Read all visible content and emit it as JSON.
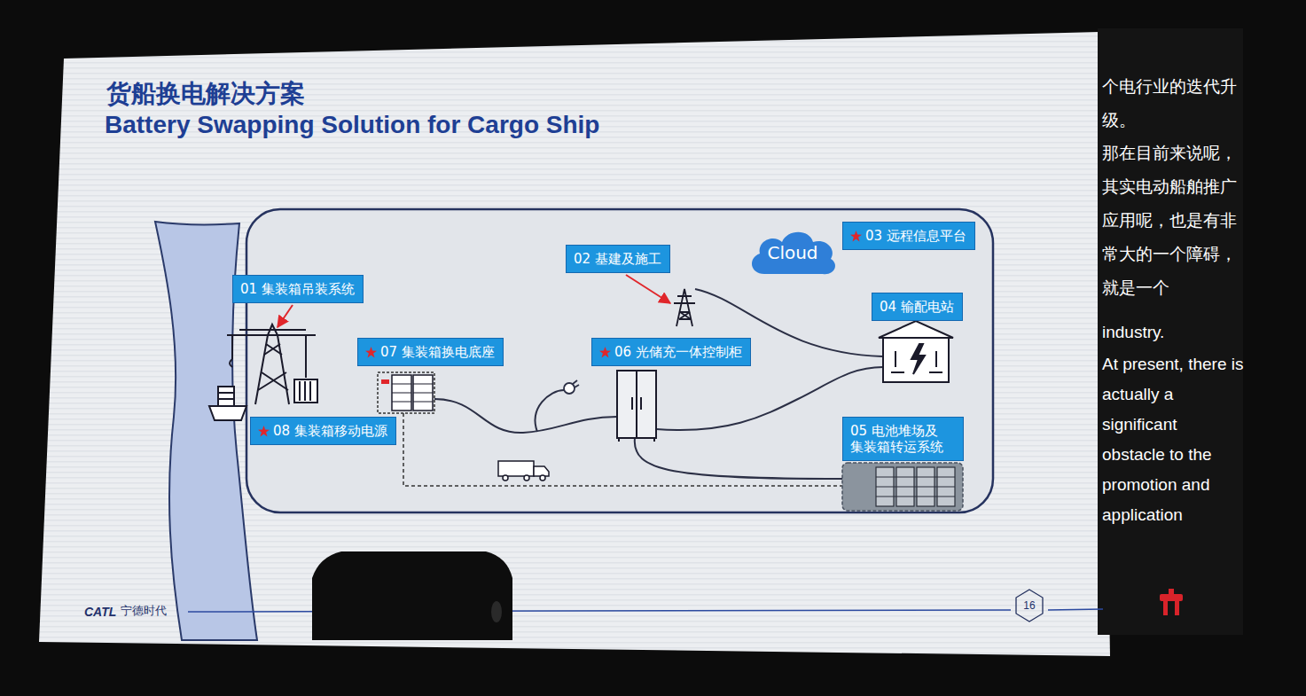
{
  "diagram": {
    "title": "货船换电解决方案",
    "nodes": [
      {
        "text": [
          "01 集装箱吊装系统"
        ]
      },
      {
        "text": [
          "02 基建及施工"
        ]
      },
      {
        "text": [
          "Cloud"
        ]
      },
      {
        "text": [
          "03 远程信息平台"
        ]
      },
      {
        "text": [
          "04 输配电站"
        ]
      },
      {
        "text": [
          "05 电池堆场及 集装箱转运系统"
        ]
      },
      {
        "text": [
          "06 光储充一体控制柜"
        ]
      },
      {
        "text": [
          "07 集装箱换电底座"
        ]
      },
      {
        "text": [
          "08 集装箱移动电源"
        ]
      }
    ],
    "labels": [
      "Battery Swapping Solution for Cargo Ship",
      "CATL",
      "宁德时代",
      "16",
      "个电行业的迭代升级。",
      "那在目前来说呢，其实电动船舶推广应用呢，也是有非常大的一个障碍，就是一个",
      "industry.",
      "At present, there is actually a significant obstacle to the promotion and application"
    ]
  }
}
